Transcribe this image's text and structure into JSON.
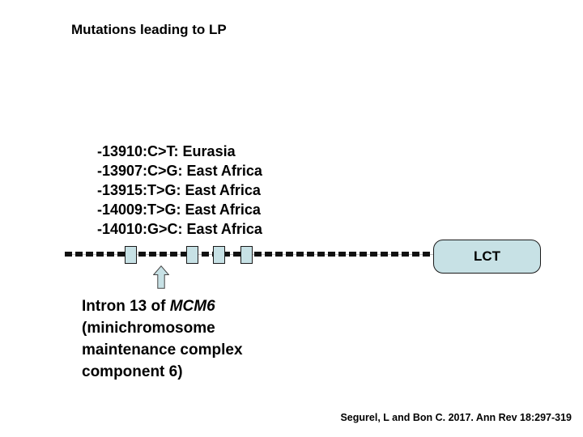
{
  "slide": {
    "title": "Mutations leading to LP",
    "background_color": "#ffffff"
  },
  "mutations": {
    "items": [
      "-13910:C>T: Eurasia",
      "-13907:C>G: East Africa",
      "-13915:T>G: East Africa",
      "-14009:T>G: East Africa",
      "-14010:G>C: East Africa"
    ]
  },
  "diagram": {
    "gene_label": "LCT",
    "exon_count": 4,
    "colors": {
      "box_fill": "#c7e1e5",
      "box_border": "#1a1a1a",
      "dash": "#111111",
      "connector_line": "#c0c0c0"
    }
  },
  "intron_note": {
    "prefix": "Intron 13 of ",
    "gene": "MCM6",
    "line2": "(minichromosome",
    "line3": "maintenance complex",
    "line4": "component 6)"
  },
  "citation": {
    "text": "Segurel, L and Bon C. 2017. Ann Rev 18:297-319"
  }
}
